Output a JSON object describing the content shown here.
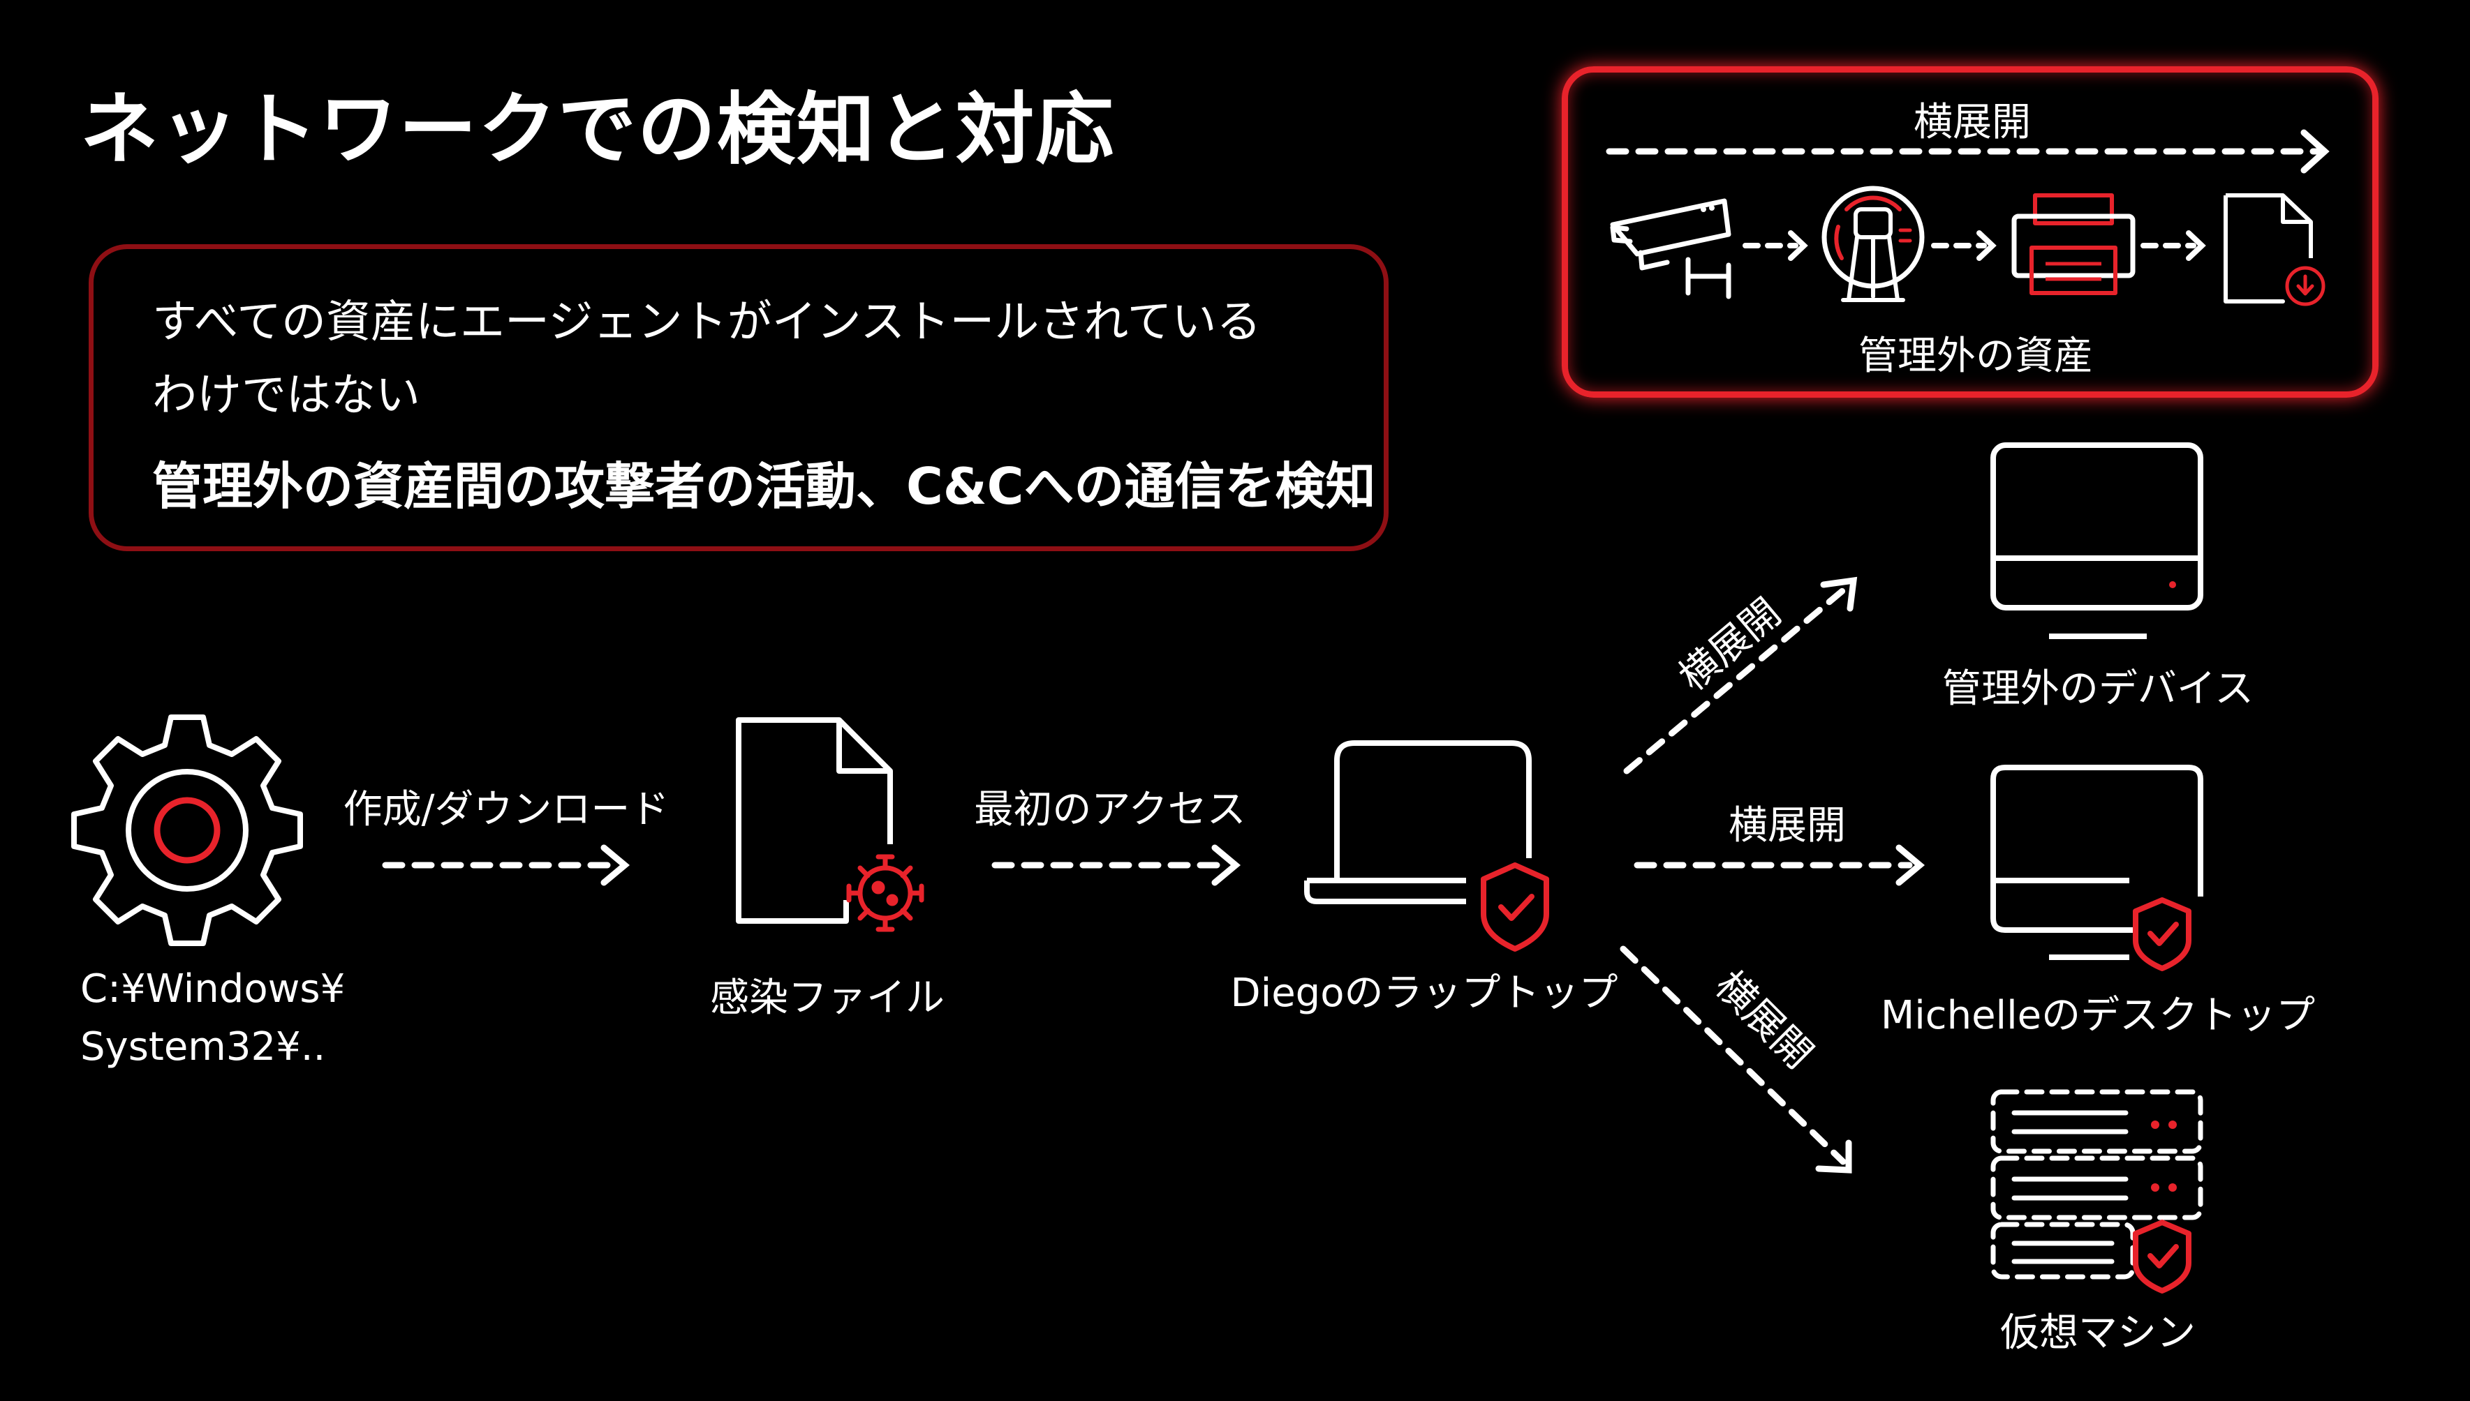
{
  "title": "ネットワークでの検知と対応",
  "info": {
    "line1": "すべての資産にエージェントがインストールされている",
    "line2": "わけではない",
    "line3": "管理外の資産間の攻撃者の活動、C&Cへの通信を検知"
  },
  "inset": {
    "lateral_label": "横展開",
    "assets_label": "管理外の資産"
  },
  "flow": {
    "system_path_line1": "C:¥Windows¥",
    "system_path_line2": "System32¥..",
    "create_download_label": "作成/ダウンロード",
    "infected_file_label": "感染ファイル",
    "initial_access_label": "最初のアクセス",
    "laptop_label": "Diegoのラップトップ",
    "lateral_up_label": "横展開",
    "lateral_mid_label": "横展開",
    "lateral_down_label": "横展開",
    "unmanaged_device_label": "管理外のデバイス",
    "desktop_label": "Michelleのデスクトップ",
    "vm_label": "仮想マシン"
  },
  "colors": {
    "background": "#000000",
    "foreground": "#ffffff",
    "accent_red": "#e8232b",
    "dark_red_border": "#8e0f14"
  },
  "icons": [
    "gear-icon",
    "file-icon",
    "virus-icon",
    "laptop-icon",
    "shield-check-icon",
    "monitor-icon",
    "server-icon",
    "camera-icon",
    "mri-scanner-icon",
    "printer-icon",
    "download-file-icon",
    "arrow-right-icon"
  ]
}
